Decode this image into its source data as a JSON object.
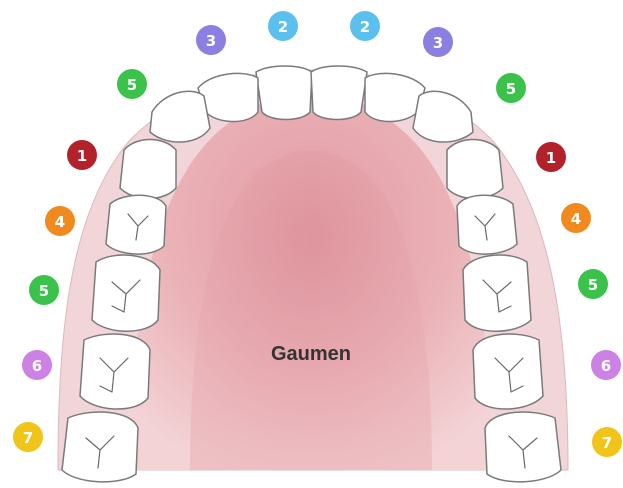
{
  "palate_label": "Gaumen",
  "colors": {
    "1": "#b3212b",
    "2": "#5bc0ee",
    "3": "#8b7fe2",
    "4": "#f08a1e",
    "5": "#3ac24a",
    "6": "#cc82e4",
    "7": "#f0c419"
  },
  "badges": [
    {
      "id": "left-7",
      "number": "7"
    },
    {
      "id": "left-6",
      "number": "6"
    },
    {
      "id": "left-5b",
      "number": "5"
    },
    {
      "id": "left-4",
      "number": "4"
    },
    {
      "id": "left-1",
      "number": "1"
    },
    {
      "id": "left-5a",
      "number": "5"
    },
    {
      "id": "left-3",
      "number": "3"
    },
    {
      "id": "left-2",
      "number": "2"
    },
    {
      "id": "right-2",
      "number": "2"
    },
    {
      "id": "right-3",
      "number": "3"
    },
    {
      "id": "right-5a",
      "number": "5"
    },
    {
      "id": "right-1",
      "number": "1"
    },
    {
      "id": "right-4",
      "number": "4"
    },
    {
      "id": "right-5b",
      "number": "5"
    },
    {
      "id": "right-6",
      "number": "6"
    },
    {
      "id": "right-7",
      "number": "7"
    }
  ]
}
